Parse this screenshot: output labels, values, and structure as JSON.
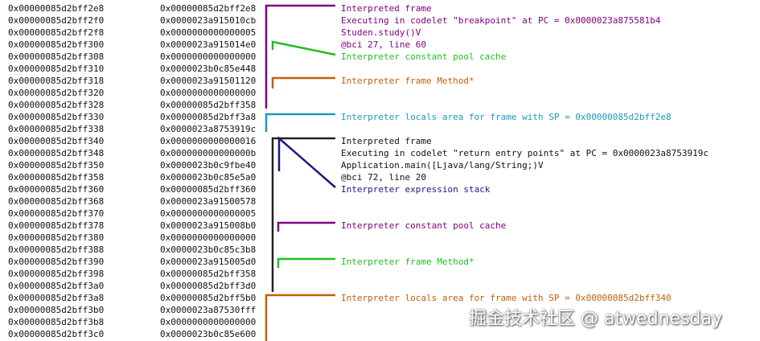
{
  "rows": [
    {
      "addr": "0x00000085d2bff2e8",
      "val": "0x00000085d2bff2e8"
    },
    {
      "addr": "0x00000085d2bff2f0",
      "val": "0x0000023a915010cb"
    },
    {
      "addr": "0x00000085d2bff2f8",
      "val": "0x0000000000000005"
    },
    {
      "addr": "0x00000085d2bff300",
      "val": "0x0000023a915014e0"
    },
    {
      "addr": "0x00000085d2bff308",
      "val": "0x0000000000000000"
    },
    {
      "addr": "0x00000085d2bff310",
      "val": "0x0000023b0c85e448"
    },
    {
      "addr": "0x00000085d2bff318",
      "val": "0x0000023a91501120"
    },
    {
      "addr": "0x00000085d2bff320",
      "val": "0x0000000000000000"
    },
    {
      "addr": "0x00000085d2bff328",
      "val": "0x00000085d2bff358"
    },
    {
      "addr": "0x00000085d2bff330",
      "val": "0x00000085d2bff3a8"
    },
    {
      "addr": "0x00000085d2bff338",
      "val": "0x0000023a8753919c"
    },
    {
      "addr": "0x00000085d2bff340",
      "val": "0x0000000000000016"
    },
    {
      "addr": "0x00000085d2bff348",
      "val": "0x000000000000000b"
    },
    {
      "addr": "0x00000085d2bff350",
      "val": "0x0000023b0c9fbe40"
    },
    {
      "addr": "0x00000085d2bff358",
      "val": "0x0000023b0c85e5a0"
    },
    {
      "addr": "0x00000085d2bff360",
      "val": "0x00000085d2bff360"
    },
    {
      "addr": "0x00000085d2bff368",
      "val": "0x0000023a91500578"
    },
    {
      "addr": "0x00000085d2bff370",
      "val": "0x0000000000000005"
    },
    {
      "addr": "0x00000085d2bff378",
      "val": "0x0000023a915008b0"
    },
    {
      "addr": "0x00000085d2bff380",
      "val": "0x0000000000000000"
    },
    {
      "addr": "0x00000085d2bff388",
      "val": "0x0000023b0c85c3b8"
    },
    {
      "addr": "0x00000085d2bff390",
      "val": "0x0000023a915005d0"
    },
    {
      "addr": "0x00000085d2bff398",
      "val": "0x00000085d2bff358"
    },
    {
      "addr": "0x00000085d2bff3a0",
      "val": "0x00000085d2bff3d0"
    },
    {
      "addr": "0x00000085d2bff3a8",
      "val": "0x00000085d2bff5b0"
    },
    {
      "addr": "0x00000085d2bff3b0",
      "val": "0x0000023a87530fff"
    },
    {
      "addr": "0x00000085d2bff3b8",
      "val": "0x0000000000000000"
    },
    {
      "addr": "0x00000085d2bff3c0",
      "val": "0x0000023b0c85e600"
    }
  ],
  "annotations": [
    {
      "row": 0,
      "text": "Interpreted frame",
      "color": "#800080"
    },
    {
      "row": 1,
      "text": "Executing in codelet \"breakpoint\" at PC = 0x0000023a875581b4",
      "color": "#800080"
    },
    {
      "row": 2,
      "text": "Studen.study()V",
      "color": "#800080"
    },
    {
      "row": 3,
      "text": "@bci 27, line 60",
      "color": "#800080"
    },
    {
      "row": 4,
      "text": "Interpreter constant pool cache",
      "color": "#1fbf1f"
    },
    {
      "row": 6,
      "text": "Interpreter frame Method*",
      "color": "#c0600a"
    },
    {
      "row": 9,
      "text": "Interpreter locals area for frame with SP = 0x00000085d2bff2e8",
      "color": "#1a9ac0"
    },
    {
      "row": 11,
      "text": "Interpreted frame",
      "color": "#111111"
    },
    {
      "row": 12,
      "text": "Executing in codelet \"return entry points\" at PC = 0x0000023a8753919c",
      "color": "#111111"
    },
    {
      "row": 13,
      "text": "Application.main([Ljava/lang/String;)V",
      "color": "#111111"
    },
    {
      "row": 14,
      "text": "@bci 72, line 20",
      "color": "#111111"
    },
    {
      "row": 15,
      "text": "Interpreter expression stack",
      "color": "#1a1a80"
    },
    {
      "row": 18,
      "text": "Interpreter constant pool cache",
      "color": "#800080"
    },
    {
      "row": 21,
      "text": "Interpreter frame Method*",
      "color": "#1fbf1f"
    },
    {
      "row": 24,
      "text": "Interpreter locals area for frame with SP = 0x00000085d2bff340",
      "color": "#c0600a"
    }
  ],
  "watermark": "掘金技术社区 @ atwednesday"
}
